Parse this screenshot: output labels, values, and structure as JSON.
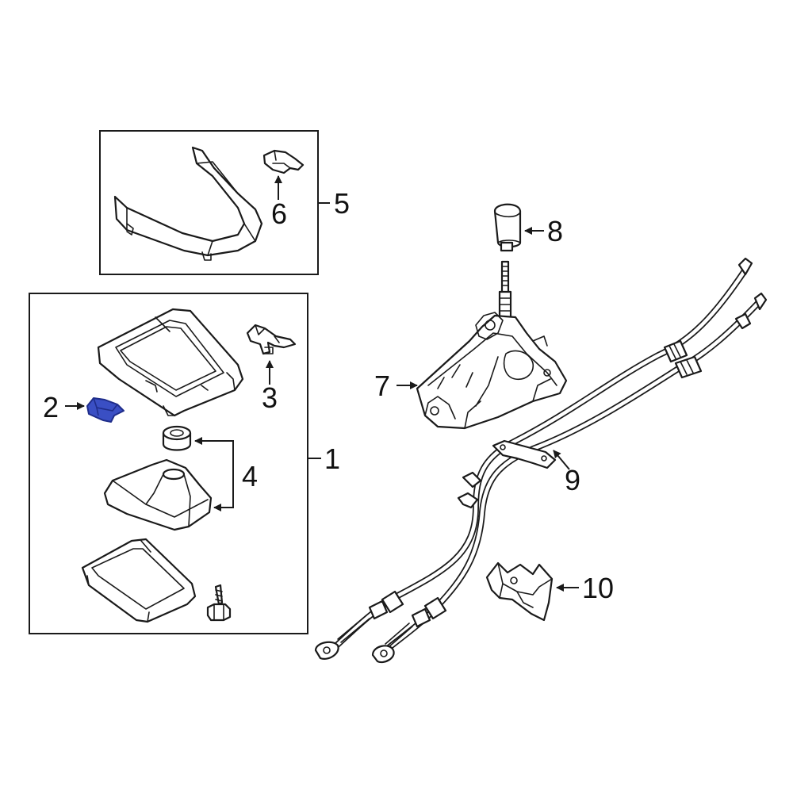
{
  "callouts": {
    "c1": "1",
    "c2": "2",
    "c3": "3",
    "c4": "4",
    "c5": "5",
    "c6": "6",
    "c7": "7",
    "c8": "8",
    "c9": "9",
    "c10": "10"
  },
  "colors": {
    "highlight": "#3a4fc4",
    "highlight_dark": "#1f2d8a",
    "line": "#1a1a1a",
    "background": "#ffffff"
  }
}
